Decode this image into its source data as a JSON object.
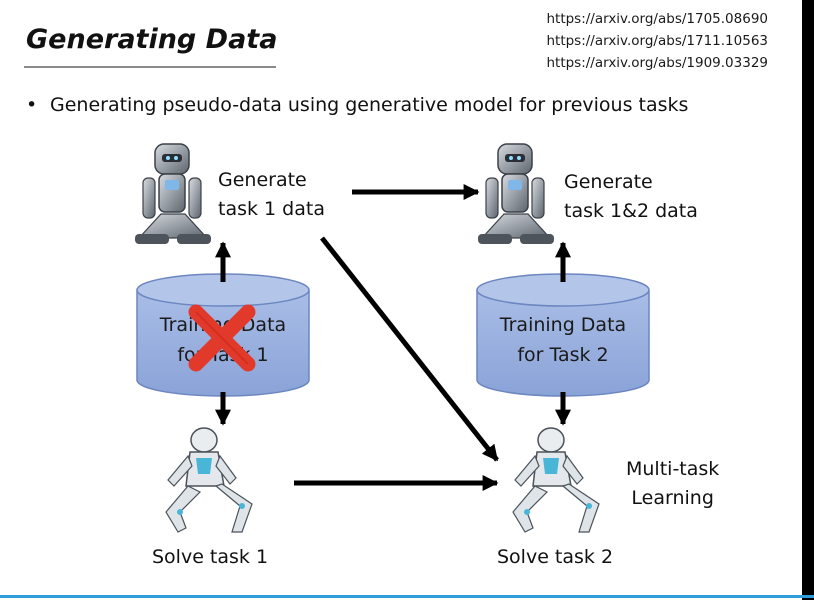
{
  "slide": {
    "title": "Generating Data",
    "references": [
      "https://arxiv.org/abs/1705.08690",
      "https://arxiv.org/abs/1711.10563",
      "https://arxiv.org/abs/1909.03329"
    ],
    "bullet": "Generating pseudo-data using generative model for previous tasks"
  },
  "diagram": {
    "generator1": {
      "line1": "Generate",
      "line2": "task 1 data",
      "icon": "robot-sitting-icon"
    },
    "generator2": {
      "line1": "Generate",
      "line2": "task 1&2 data",
      "icon": "robot-sitting-icon"
    },
    "data1": {
      "line1": "Training Data",
      "line2": "for Task 1",
      "crossed_out": true
    },
    "data2": {
      "line1": "Training Data",
      "line2": "for Task 2",
      "crossed_out": false
    },
    "solver1": {
      "label": "Solve task 1",
      "icon": "robot-crouching-icon"
    },
    "solver2": {
      "label": "Solve task 2",
      "icon": "robot-crouching-icon"
    },
    "multitask": {
      "line1": "Multi-task",
      "line2": "Learning"
    }
  },
  "colors": {
    "cylinder_fill": "#8fa9dc",
    "cylinder_stroke": "#6b86c0",
    "arrow": "#000000",
    "cross": "#e23a2a",
    "accent_rule": "#2e9fdc"
  }
}
